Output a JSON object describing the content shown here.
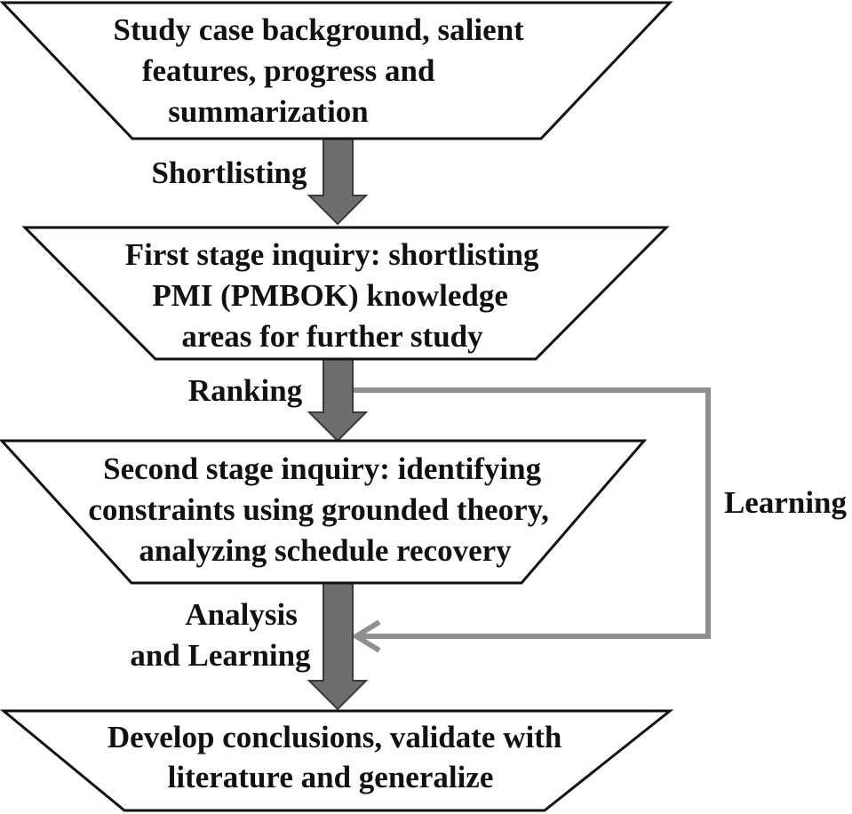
{
  "stages": [
    {
      "lines": [
        "Study case background, salient",
        "features, progress and",
        "summarization"
      ]
    },
    {
      "lines": [
        "First stage inquiry: shortlisting",
        "PMI (PMBOK) knowledge",
        "areas for further study"
      ]
    },
    {
      "lines": [
        "Second stage inquiry: identifying",
        "constraints using grounded theory,",
        "analyzing schedule recovery"
      ]
    },
    {
      "lines": [
        "Develop conclusions, validate with",
        "literature and generalize"
      ]
    }
  ],
  "arrows": [
    {
      "lines": [
        "Shortlisting"
      ]
    },
    {
      "lines": [
        "Ranking"
      ]
    },
    {
      "lines": [
        "Analysis",
        "and Learning"
      ]
    }
  ],
  "feedback": {
    "label": "Learning"
  },
  "colors": {
    "shape_fill": "#ffffff",
    "shape_stroke": "#111111",
    "arrow_fill": "#6e6e6e",
    "arrow_stroke": "#3a3a3a",
    "feedback_line": "#8f8f8f",
    "text": "#111111"
  }
}
